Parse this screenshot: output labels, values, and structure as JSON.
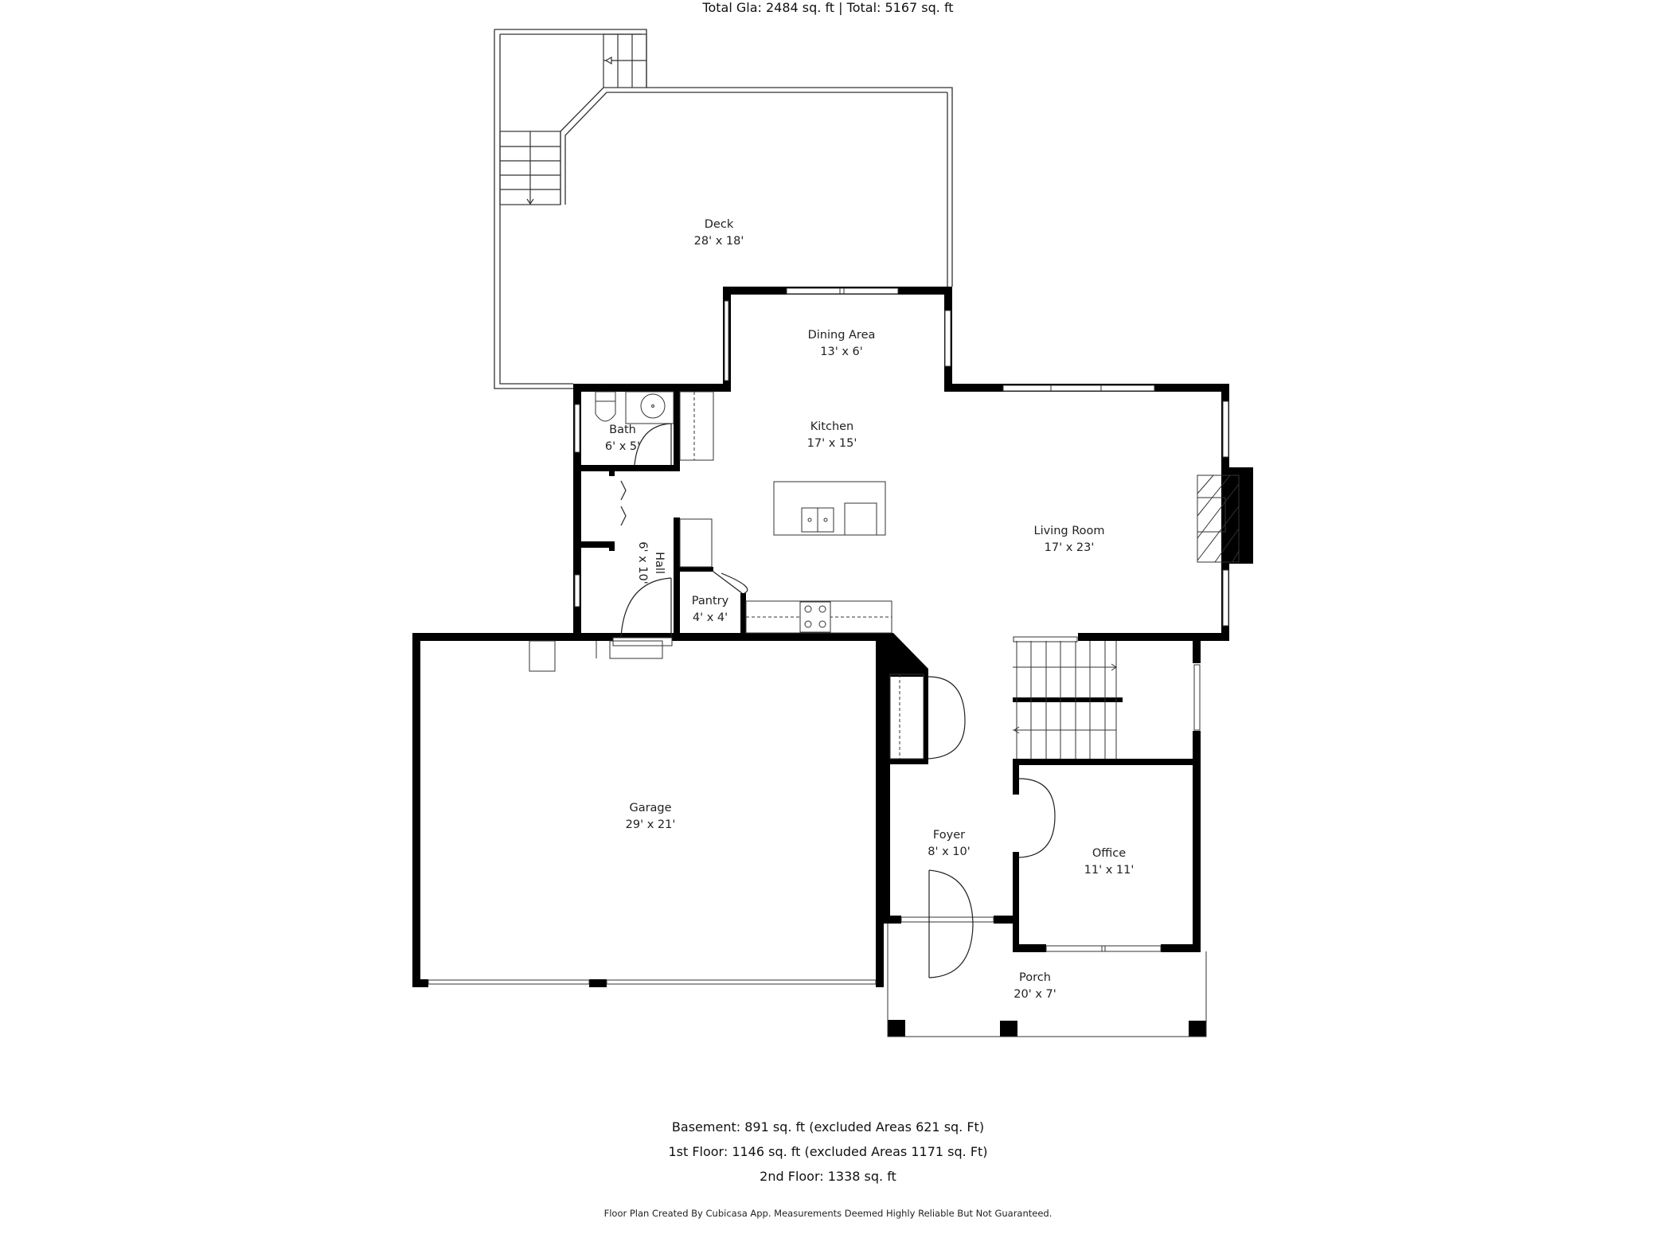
{
  "rooms": {
    "deck": {
      "name": "Deck",
      "dims": "28' x 18'"
    },
    "dining": {
      "name": "Dining Area",
      "dims": "13' x 6'"
    },
    "kitchen": {
      "name": "Kitchen",
      "dims": "17' x 15'"
    },
    "bath": {
      "name": "Bath",
      "dims": "6' x 5'"
    },
    "hall": {
      "name": "Hall",
      "dims": "6' x 10'"
    },
    "pantry": {
      "name": "Pantry",
      "dims": "4' x 4'"
    },
    "living": {
      "name": "Living Room",
      "dims": "17' x 23'"
    },
    "garage": {
      "name": "Garage",
      "dims": "29' x 21'"
    },
    "foyer": {
      "name": "Foyer",
      "dims": "8' x 10'"
    },
    "office": {
      "name": "Office",
      "dims": "11' x 11'"
    },
    "porch": {
      "name": "Porch",
      "dims": "20' x 7'"
    }
  },
  "footer": {
    "totals": "Total Gla: 2484 sq. ft | Total: 5167 sq. ft",
    "basement": "Basement: 891 sq. ft (excluded Areas 621 sq. Ft)",
    "first_floor": "1st Floor: 1146 sq. ft (excluded Areas 1171 sq. Ft)",
    "second_floor": "2nd Floor: 1338 sq. ft",
    "disclaimer": "Floor Plan Created By Cubicasa App. Measurements Deemed Highly Reliable But Not Guaranteed."
  },
  "colors": {
    "wall": "#000000",
    "thin_line": "#333333",
    "background": "#ffffff"
  }
}
